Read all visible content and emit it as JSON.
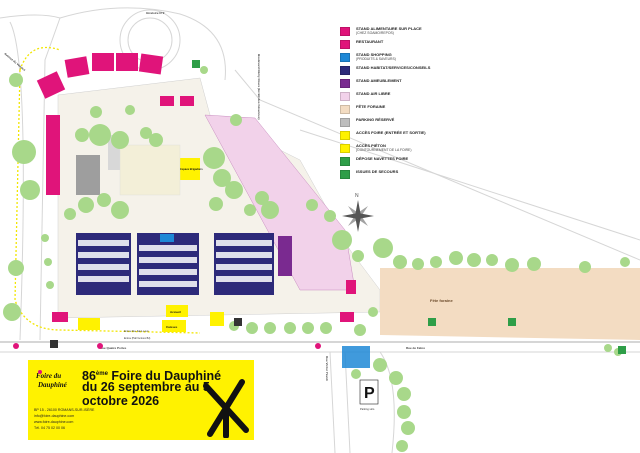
{
  "legend": [
    {
      "label": "Stand alimentaire sur place",
      "sub": "(Chez Soamo/Repos)",
      "color": "#e0147a"
    },
    {
      "label": "Restaurant",
      "sub": "",
      "color": "#e0147a"
    },
    {
      "label": "Stand shopping",
      "sub": "(Produits & Saveurs)",
      "color": "#1e88d6"
    },
    {
      "label": "Stand habitat/services/conseils",
      "sub": "",
      "color": "#2d2a7a"
    },
    {
      "label": "Stand ameublement",
      "sub": "",
      "color": "#7a2a90"
    },
    {
      "label": "Stand air libre",
      "sub": "",
      "color": "#f2d2ea"
    },
    {
      "label": "Fête foraine",
      "sub": "",
      "color": "#f3dcc2"
    },
    {
      "label": "Parking réservé",
      "sub": "",
      "color": "#bdbdbd"
    },
    {
      "label": "Accès foire (entrée et sortie)",
      "sub": "",
      "color": "#fff200"
    },
    {
      "label": "Accès piéton",
      "sub": "(Contournement de la foire)",
      "color": "#fff200"
    },
    {
      "label": "Dépose navettes foire",
      "sub": "",
      "color": "#2e9e48"
    },
    {
      "label": "Issues de secours",
      "sub": "",
      "color": "#2e9e48"
    }
  ],
  "roads": {
    "avenue_vanoux": "Avenue du Vanoux",
    "giratoire": "Giratoire N°2",
    "boulevard": "Boulevard Rémy Roure (Ex Bd des Cévennes)",
    "rue_quatre_portes": "Rue Quatre Portes",
    "rue_fabre": "Rue de Fabre",
    "route_yza": "Rue Victor Yzardi"
  },
  "map_labels": {
    "fete_foraine": "Fête foraine",
    "espace_brigadiers": "Espace Brigadiers",
    "accueil": "Accueil",
    "caisses": "Caisses",
    "entree_1": "Entrée Rue Saint-Louis",
    "entree_2": "Entrée (Hall Ventoux Bd)",
    "parking_letter": "P",
    "parking_caption": "Parking vélo",
    "north": "N"
  },
  "banner": {
    "logo_line1": "Foire du",
    "logo_line2": "Dauphiné",
    "edition": "86",
    "edition_sup": "ème",
    "title_rest": " Foire du Dauphiné",
    "dates": "du 26 septembre au 5 octobre 2026",
    "address": "BP 15 - 26100 ROMANS-SUR-ISÈRE",
    "email": "info@foire-dauphine.com",
    "web": "www.foire-dauphine.com",
    "tel": "Tél. 04 75 02 00 06"
  },
  "colors": {
    "food": "#e0147a",
    "blue": "#1e88d6",
    "navy": "#2d2a7a",
    "purple": "#7a2a90",
    "outdoor": "#f2d2ea",
    "fair": "#f3dcc2",
    "parking": "#bdbdbd",
    "yellow": "#fff200",
    "green": "#2e9e48",
    "tree": "#a8d88a"
  }
}
